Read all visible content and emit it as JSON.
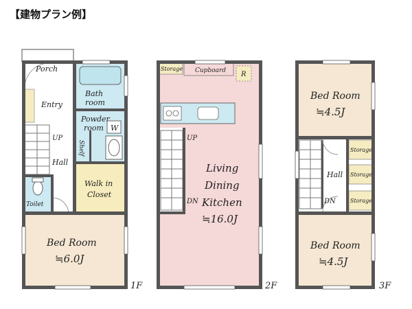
{
  "title": "【建物プラン例】",
  "floors": [
    {
      "label": "1F",
      "rooms": {
        "porch": "Porch",
        "entry": "Entry",
        "bath_line1": "Bath",
        "bath_line2": "room",
        "powder_line1": "Powder",
        "powder_line2": "room",
        "washer": "W",
        "shelf": "Shelf",
        "up": "UP",
        "hall": "Hall",
        "walkin_line1": "Walk in",
        "walkin_line2": "Closet",
        "toilet": "Toilet",
        "bedroom": "Bed Room",
        "bedroom_size": "≒6.0J"
      }
    },
    {
      "label": "2F",
      "rooms": {
        "storage": "Storage",
        "cupboard": "Cupboard",
        "refrigerator": "R",
        "up": "UP",
        "dn": "DN",
        "ldk_line1": "Living",
        "ldk_line2": "Dining",
        "ldk_line3": "Kitchen",
        "ldk_size": "≒16.0J"
      }
    },
    {
      "label": "3F",
      "rooms": {
        "bedroom_top": "Bed Room",
        "bedroom_top_size": "≒4.5J",
        "storage_1": "Storage",
        "storage_2": "Storage",
        "storage_3": "Storage",
        "hall": "Hall",
        "dn": "DN",
        "bedroom_bottom": "Bed Room",
        "bedroom_bottom_size": "≒4.5J"
      }
    }
  ],
  "colors": {
    "wall": "#555555",
    "floor_beige": "#f5e7d3",
    "floor_pink": "#f5d8d8",
    "floor_yellow": "#f7ecbd",
    "floor_blue": "#cde9f2",
    "storage_yellow": "#f6ecc2"
  }
}
